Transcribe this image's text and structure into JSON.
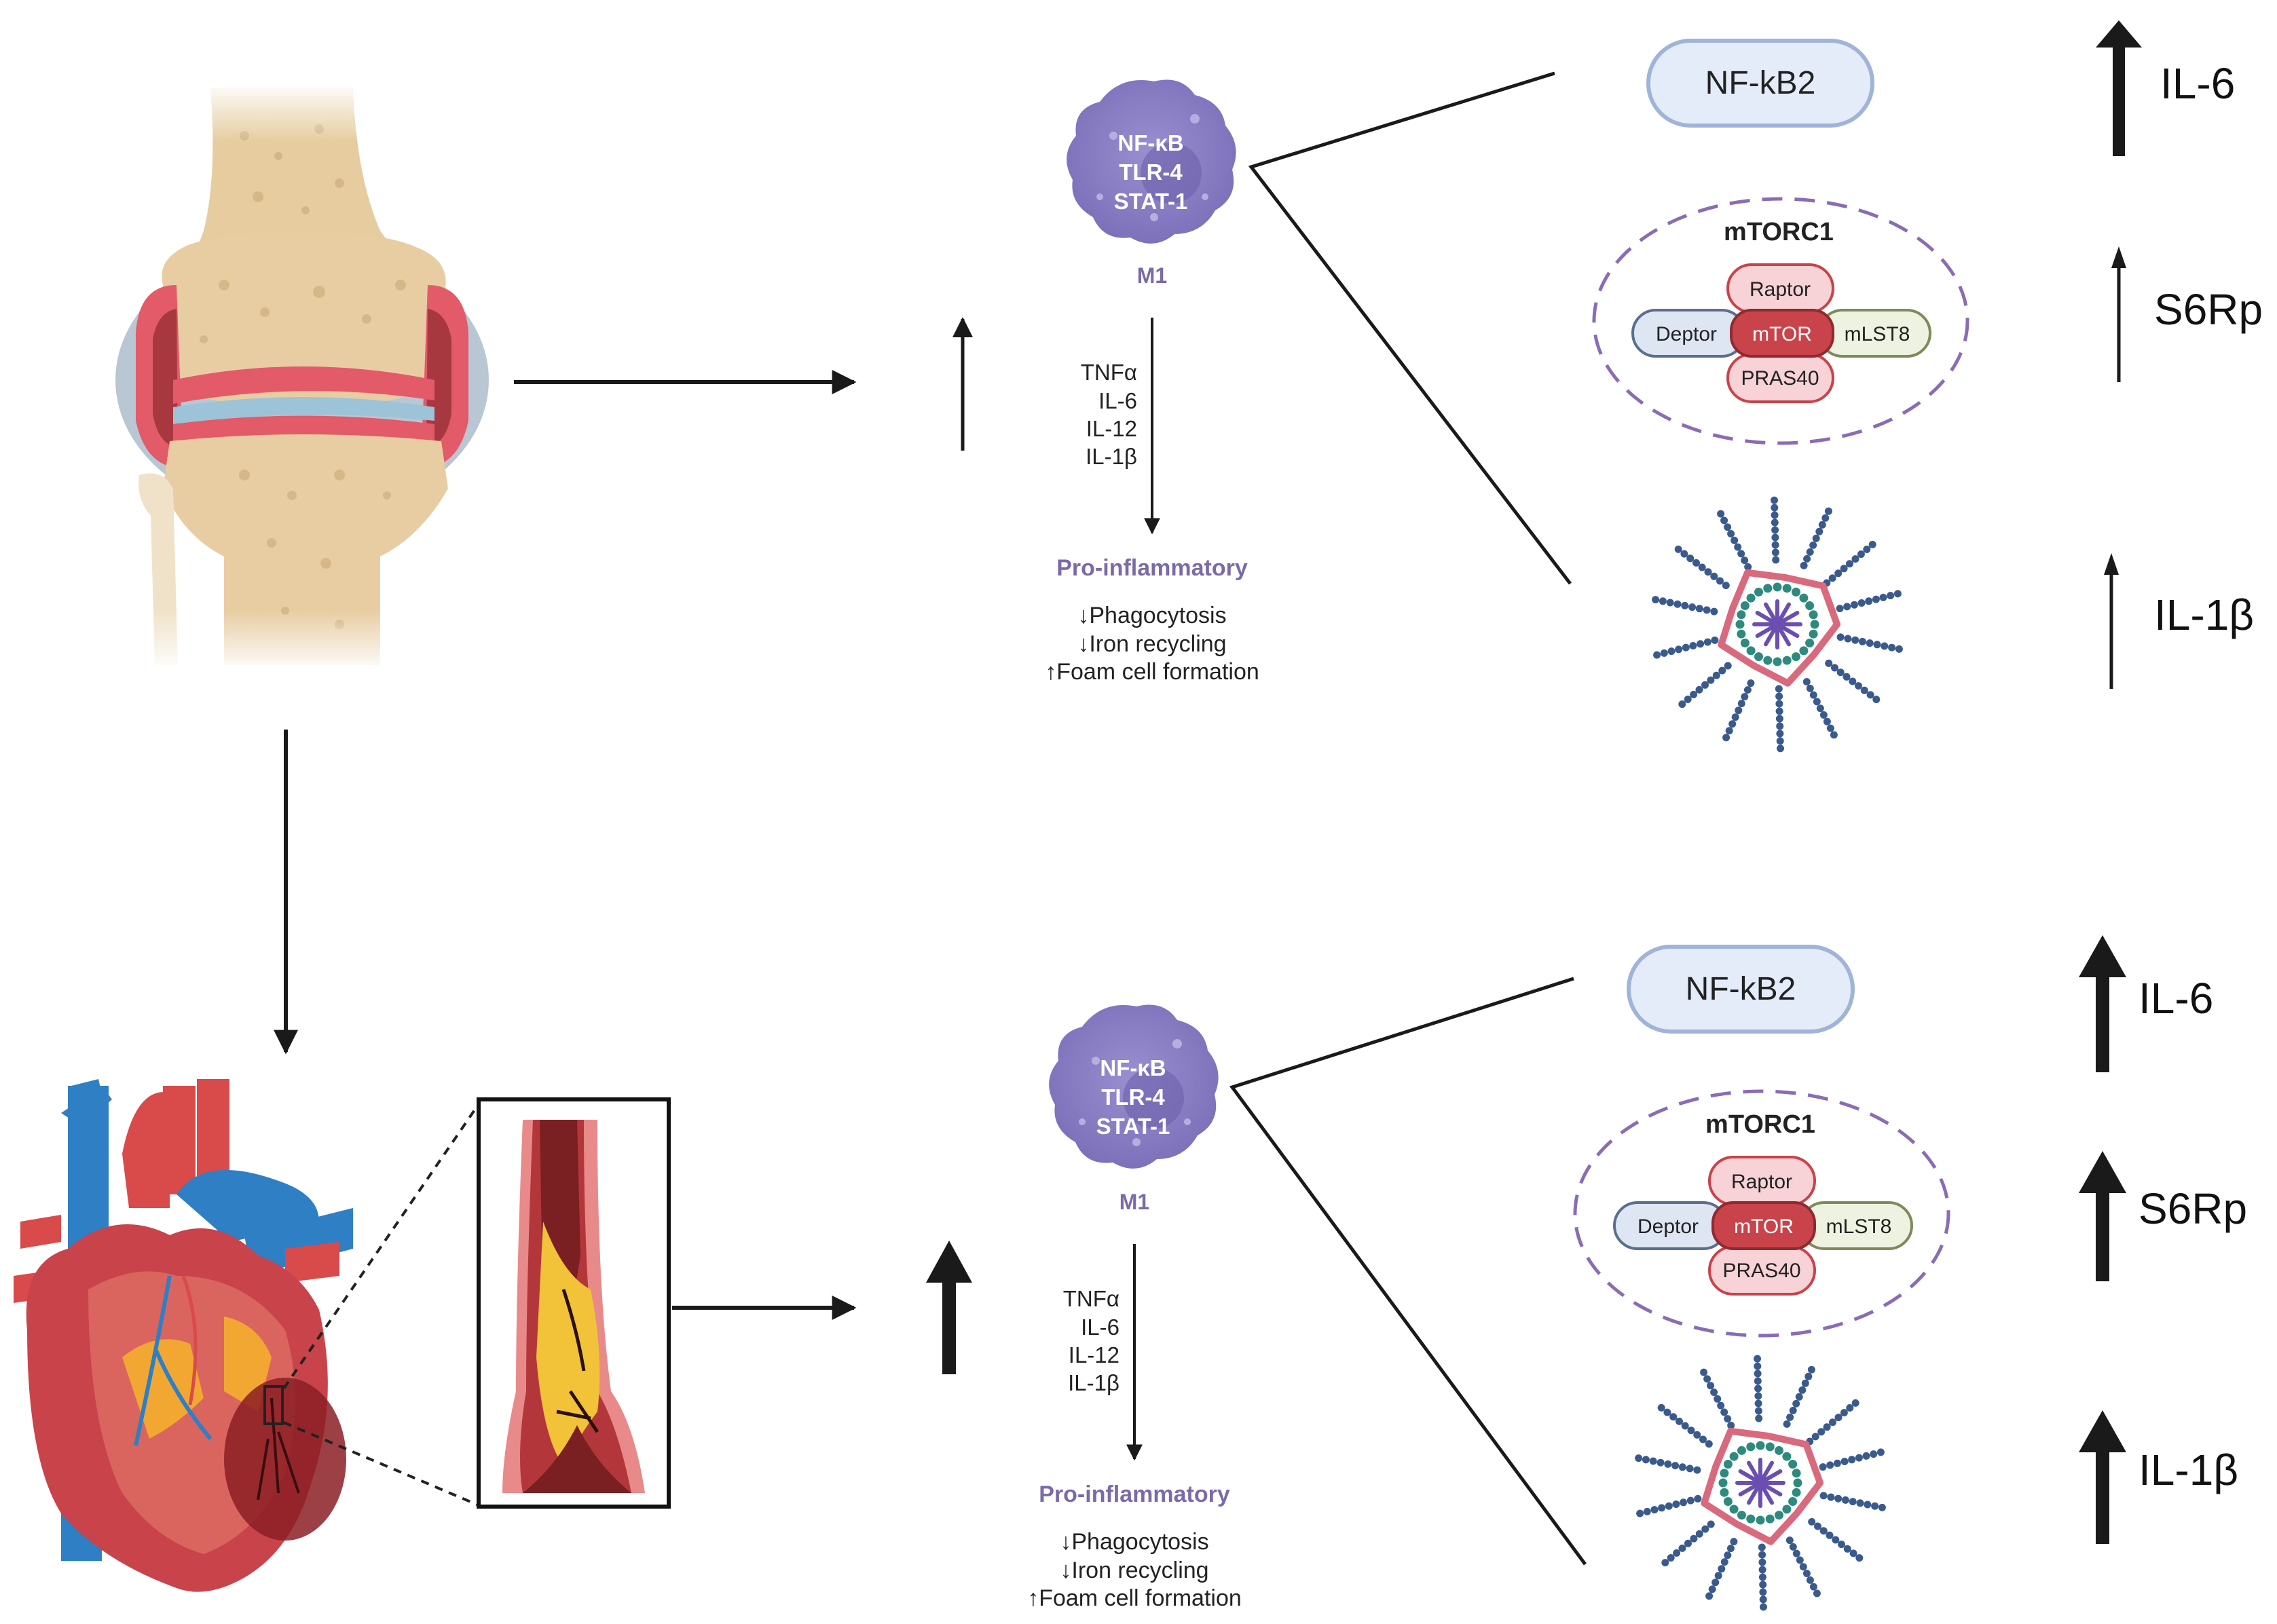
{
  "colors": {
    "macrophage": "#8b7fc3",
    "macrophage_dark": "#6f63ad",
    "purple_text": "#7a6aa8",
    "nfkb_fill": "#e3ecf8",
    "nfkb_stroke": "#9fb4d8",
    "mtor": "#c8434a",
    "raptor": "#f7d2d6",
    "deptor": "#dde6f2",
    "mlst8": "#eef3e1",
    "dashed": "#8a6cb5",
    "inflammasome_blue": "#3b5a8c",
    "inflammasome_pink": "#d9697c",
    "inflammasome_teal": "#2e8a7e",
    "bone": "#e9cfa5",
    "cartilage": "#e35a68",
    "heart_red": "#c9413f",
    "vessel_blue": "#2f7fc4",
    "arrow": "#1a1a1a"
  },
  "top_panel": {
    "macrophage": {
      "line1": "NF-κB",
      "line2": "TLR-4",
      "line3": "STAT-1",
      "label": "M1"
    },
    "cytokines": [
      "TNFα",
      "IL-6",
      "IL-12",
      "IL-1β"
    ],
    "pro_inflammatory": "Pro-inflammatory",
    "effects": [
      "↓Phagocytosis",
      "↓Iron recycling",
      "↑Foam cell formation"
    ],
    "nfkb2": "NF-kB2",
    "mtorc1": {
      "title": "mTORC1",
      "raptor": "Raptor",
      "mtor": "mTOR",
      "deptor": "Deptor",
      "mlst8": "mLST8",
      "pras40": "PRAS40"
    },
    "outcomes": [
      {
        "label": "IL-6",
        "level": "high"
      },
      {
        "label": "S6Rp",
        "level": "low"
      },
      {
        "label": "IL-1β",
        "level": "low"
      }
    ]
  },
  "bottom_panel": {
    "macrophage": {
      "line1": "NF-κB",
      "line2": "TLR-4",
      "line3": "STAT-1",
      "label": "M1"
    },
    "cytokines": [
      "TNFα",
      "IL-6",
      "IL-12",
      "IL-1β"
    ],
    "pro_inflammatory": "Pro-inflammatory",
    "effects": [
      "↓Phagocytosis",
      "↓Iron recycling",
      "↑Foam cell formation"
    ],
    "nfkb2": "NF-kB2",
    "mtorc1": {
      "title": "mTORC1",
      "raptor": "Raptor",
      "mtor": "mTOR",
      "deptor": "Deptor",
      "mlst8": "mLST8",
      "pras40": "PRAS40"
    },
    "outcomes": [
      {
        "label": "IL-6",
        "level": "high"
      },
      {
        "label": "S6Rp",
        "level": "high"
      },
      {
        "label": "IL-1β",
        "level": "high"
      }
    ]
  }
}
